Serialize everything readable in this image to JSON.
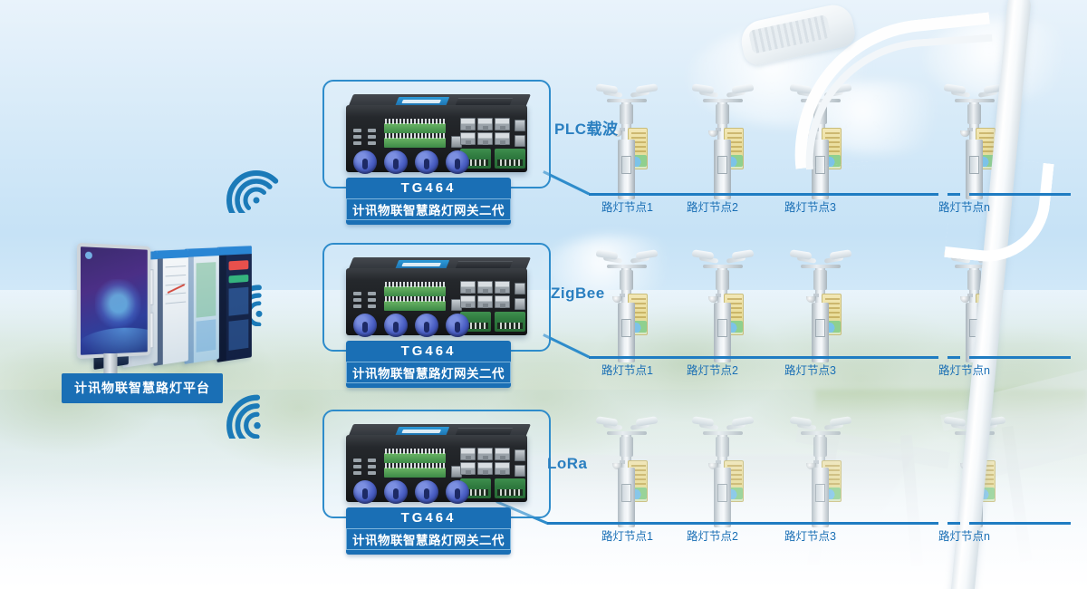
{
  "diagram": {
    "title": "TG464 Smart Streetlight Gateway Topology",
    "accent_color": "#1a6fb5",
    "line_color": "#2e8ccb",
    "proto_text_color": "#2a7fc0"
  },
  "platform": {
    "name": "计讯物联智慧路灯平台",
    "icon": "monitor-icon"
  },
  "signals": [
    {
      "name": "wifi-signal-plc",
      "icon": "wifi-icon"
    },
    {
      "name": "wifi-signal-zigbee",
      "icon": "wifi-icon"
    },
    {
      "name": "wifi-signal-lora",
      "icon": "wifi-icon"
    }
  ],
  "rows": [
    {
      "id": "plc",
      "protocol": "PLC载波",
      "device": {
        "model": "TG464",
        "subtitle": "计讯物联智慧路灯网关二代",
        "icon": "gateway-device-icon"
      },
      "nodes": [
        "路灯节点1",
        "路灯节点2",
        "路灯节点3",
        "路灯节点n"
      ]
    },
    {
      "id": "zigbee",
      "protocol": "ZigBee",
      "device": {
        "model": "TG464",
        "subtitle": "计讯物联智慧路灯网关二代",
        "icon": "gateway-device-icon"
      },
      "nodes": [
        "路灯节点1",
        "路灯节点2",
        "路灯节点3",
        "路灯节点n"
      ]
    },
    {
      "id": "lora",
      "protocol": "LoRa",
      "device": {
        "model": "TG464",
        "subtitle": "计讯物联智慧路灯网关二代",
        "icon": "gateway-device-icon"
      },
      "nodes": [
        "路灯节点1",
        "路灯节点2",
        "路灯节点3",
        "路灯节点n"
      ]
    }
  ]
}
